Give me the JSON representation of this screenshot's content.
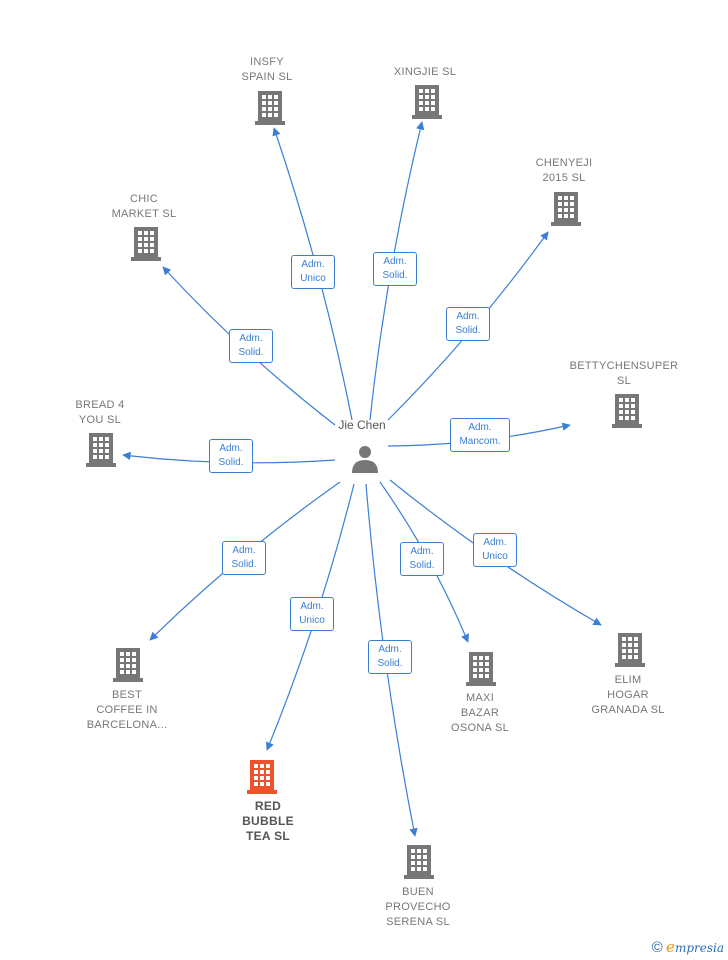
{
  "center": {
    "label": "Jie Chen",
    "icon": "person-icon"
  },
  "colors": {
    "edge": "#3a7fd5",
    "node": "#777777",
    "highlight": "#f0532a"
  },
  "nodes": [
    {
      "id": "insfy",
      "label": "INSFY\nSPAIN  SL",
      "highlight": false
    },
    {
      "id": "xingjie",
      "label": "XINGJIE  SL",
      "highlight": false
    },
    {
      "id": "chenyeji",
      "label": "CHENYEJI\n2015  SL",
      "highlight": false
    },
    {
      "id": "chic",
      "label": "CHIC\nMARKET  SL",
      "highlight": false
    },
    {
      "id": "bettychen",
      "label": "BETTYCHENSUPER\nSL",
      "highlight": false
    },
    {
      "id": "bread4you",
      "label": "BREAD 4\nYOU  SL",
      "highlight": false
    },
    {
      "id": "bestcoffee",
      "label": "BEST\nCOFFEE IN\nBARCELONA...",
      "highlight": false
    },
    {
      "id": "redbubble",
      "label": "RED\nBUBBLE\nTEA  SL",
      "highlight": true
    },
    {
      "id": "buenprovecho",
      "label": "BUEN\nPROVECHO\nSERENA  SL",
      "highlight": false
    },
    {
      "id": "maxibazar",
      "label": "MAXI\nBAZAR\nOSONA  SL",
      "highlight": false
    },
    {
      "id": "elimhogar",
      "label": "ELIM\nHOGAR\nGRANADA  SL",
      "highlight": false
    }
  ],
  "edges": [
    {
      "to": "insfy",
      "role": [
        "Adm.",
        "Unico"
      ]
    },
    {
      "to": "xingjie",
      "role": [
        "Adm.",
        "Solid."
      ]
    },
    {
      "to": "chenyeji",
      "role": [
        "Adm.",
        "Solid."
      ]
    },
    {
      "to": "chic",
      "role": [
        "Adm.",
        "Solid."
      ]
    },
    {
      "to": "bettychen",
      "role": [
        "Adm.",
        "Mancom."
      ]
    },
    {
      "to": "bread4you",
      "role": [
        "Adm.",
        "Solid."
      ]
    },
    {
      "to": "bestcoffee",
      "role": [
        "Adm.",
        "Solid."
      ]
    },
    {
      "to": "redbubble",
      "role": [
        "Adm.",
        "Unico"
      ]
    },
    {
      "to": "buenprovecho",
      "role": [
        "Adm.",
        "Solid."
      ]
    },
    {
      "to": "maxibazar",
      "role": [
        "Adm.",
        "Solid."
      ]
    },
    {
      "to": "elimhogar",
      "role": [
        "Adm.",
        "Unico"
      ]
    }
  ],
  "footer": {
    "copyright": "©",
    "brand_initial": "e",
    "brand_rest": "mpresia"
  }
}
